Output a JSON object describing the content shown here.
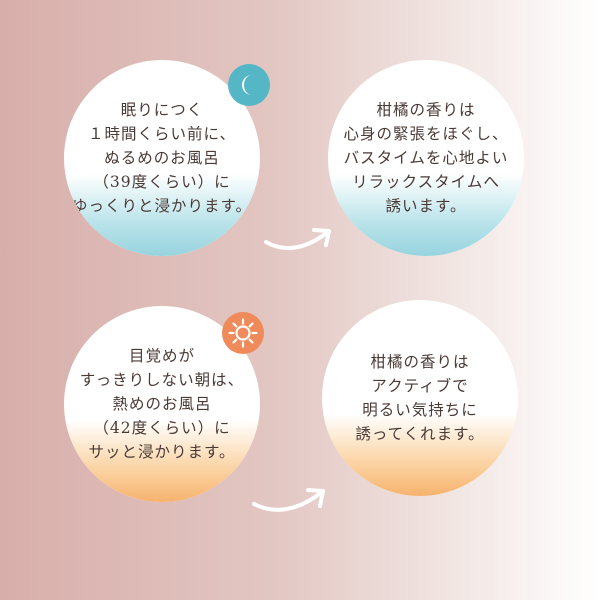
{
  "colors": {
    "moon_badge": "#55b7c6",
    "sun_badge": "#ef8a5a",
    "blue_fade": "#98d4de",
    "orange_fade": "#f6b36e"
  },
  "icons": {
    "night": "moon-icon",
    "morning": "sun-icon",
    "connector": "curved-arrow-icon"
  },
  "night": {
    "left_text": "眠りにつく\n１時間くらい前に、\nぬるめのお風呂\n（39度くらい）に\nゆっくりと浸かります。",
    "right_text": "柑橘の香りは\n心身の緊張をほぐし、\nバスタイムを心地よい\nリラックスタイムへ\n誘います。"
  },
  "morning": {
    "left_text": "目覚めが\nすっきりしない朝は、\n熱めのお風呂\n（42度くらい）に\nサッと浸かります。",
    "right_text": "柑橘の香りは\nアクティブで\n明るい気持ちに\n誘ってくれます。"
  }
}
